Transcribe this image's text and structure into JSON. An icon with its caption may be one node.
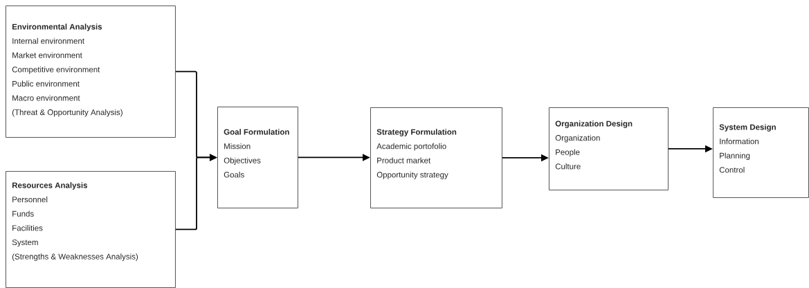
{
  "diagram": {
    "nodes": [
      {
        "text": [
          "Environmental Analysis",
          "Internal environment",
          "Market environment",
          "Competitive environment",
          "Public environment",
          "Macro environment",
          "(Threat & Opportunity Analysis)"
        ]
      },
      {
        "text": [
          "Resources Analysis",
          "Personnel",
          "Funds",
          "Facilities",
          "System",
          "(Strengths & Weaknesses Analysis)"
        ]
      },
      {
        "text": [
          "Goal Formulation",
          "Mission",
          "Objectives",
          "Goals"
        ]
      },
      {
        "text": [
          "Strategy Formulation",
          "Academic portofolio",
          "Product market",
          "Opportunity strategy"
        ]
      },
      {
        "text": [
          "Organization Design",
          "Organization",
          "People",
          "Culture"
        ]
      },
      {
        "text": [
          "System Design",
          "Information",
          "Planning",
          "Control"
        ]
      }
    ],
    "edges": [
      {
        "from": 0,
        "to": 2,
        "arrow": "to"
      },
      {
        "from": 1,
        "to": 2,
        "arrow": "to"
      },
      {
        "from": 2,
        "to": 3,
        "arrow": "to"
      },
      {
        "from": 3,
        "to": 4,
        "arrow": "to"
      },
      {
        "from": 4,
        "to": 5,
        "arrow": "to"
      }
    ]
  }
}
